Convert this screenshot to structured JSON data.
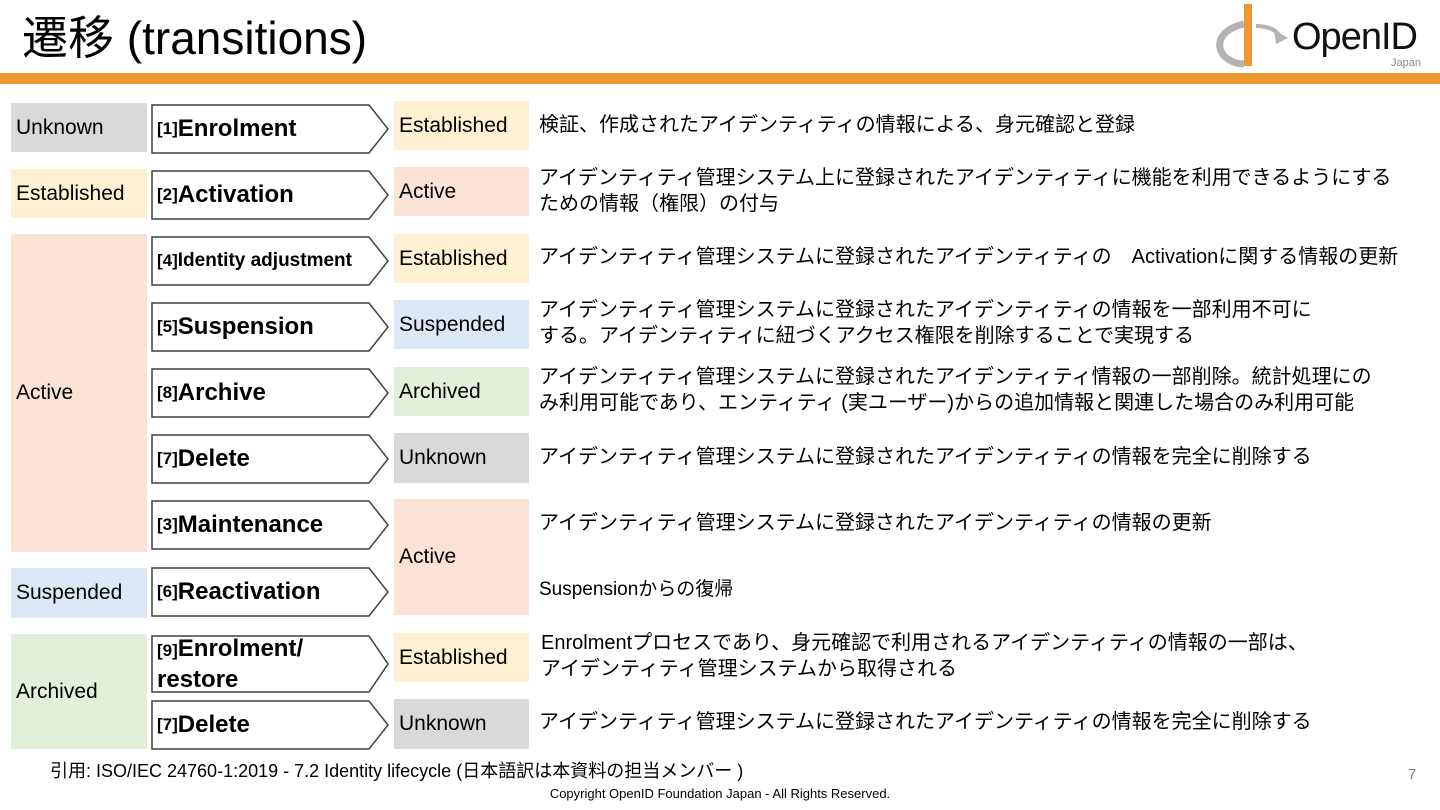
{
  "header": {
    "title": "遷移 (transitions)",
    "logo_text": "OpenID",
    "logo_sub": "Japan"
  },
  "colors": {
    "accent": "#ec9a30",
    "unknown": "#d9d9d9",
    "established": "#fdf1d2",
    "active": "#fbe2d5",
    "suspended": "#dce8f5",
    "archived": "#e2efda"
  },
  "from_states": [
    "Unknown",
    "Established",
    "Active",
    "Suspended",
    "Archived"
  ],
  "transitions": [
    {
      "num": "[1]",
      "name": "Enrolment",
      "to": "Established",
      "desc": [
        "検証、作成されたアイデンティティの情報による、身元確認と登録"
      ]
    },
    {
      "num": "[2]",
      "name": "Activation",
      "to": "Active",
      "desc": [
        "アイデンティティ管理システム上に登録されたアイデンティティに機能を利用できるようにする",
        "ための情報（権限）の付与"
      ]
    },
    {
      "num": "[4]",
      "name": "Identity adjustment",
      "to": "Established",
      "desc": [
        "アイデンティティ管理システムに登録されたアイデンティティの　Activationに関する情報の更新"
      ]
    },
    {
      "num": "[5]",
      "name": "Suspension",
      "to": "Suspended",
      "desc": [
        "アイデンティティ管理システムに登録されたアイデンティティの情報を一部利用不可に",
        "する。アイデンティティに紐づくアクセス権限を削除することで実現する"
      ]
    },
    {
      "num": "[8]",
      "name": "Archive",
      "to": "Archived",
      "desc": [
        "アイデンティティ管理システムに登録されたアイデンティティ情報の一部削除。統計処理にの",
        "み利用可能であり、エンティティ (実ユーザー)からの追加情報と関連した場合のみ利用可能"
      ]
    },
    {
      "num": "[7]",
      "name": "Delete",
      "to": "Unknown",
      "desc": [
        "アイデンティティ管理システムに登録されたアイデンティティの情報を完全に削除する"
      ]
    },
    {
      "num": "[3]",
      "name": "Maintenance",
      "to": "Active",
      "desc": [
        "アイデンティティ管理システムに登録されたアイデンティティの情報の更新"
      ]
    },
    {
      "num": "[6]",
      "name": "Reactivation",
      "to": "",
      "desc": [
        "Suspensionからの復帰"
      ]
    },
    {
      "num": "[9]",
      "name": "Enrolment/",
      "name2": "restore",
      "to": "Established",
      "desc": [
        "Enrolmentプロセスであり、身元確認で利用されるアイデンティティの情報の一部は、",
        "アイデンティティ管理システムから取得される"
      ]
    },
    {
      "num": "[7]",
      "name": "Delete",
      "to": "Unknown",
      "desc": [
        "アイデンティティ管理システムに登録されたアイデンティティの情報を完全に削除する"
      ]
    }
  ],
  "footer": {
    "citation": "引用: ISO/IEC 24760-1:2019 - 7.2 Identity lifecycle (日本語訳は本資料の担当メンバー )",
    "page_number": "7",
    "copyright": "Copyright OpenID Foundation Japan - All Rights Reserved."
  }
}
